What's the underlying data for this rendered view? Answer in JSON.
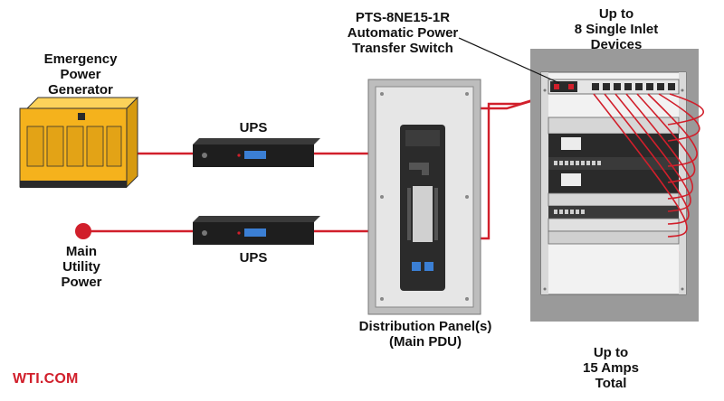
{
  "labels": {
    "generator": "Emergency\nPower\nGenerator",
    "utility": "Main\nUtility\nPower",
    "ups_top": "UPS",
    "ups_bottom": "UPS",
    "switch": "PTS-8NE15-1R\nAutomatic Power\nTransfer Switch",
    "devices": "Up to\n8 Single Inlet\nDevices",
    "panel": "Distribution Panel(s)\n(Main PDU)",
    "amps": "Up to\n15 Amps\nTotal",
    "brand": "WTI.COM"
  },
  "colors": {
    "cable": "#d11f2b",
    "generator": "#f5b21c",
    "ups": "#1e1e1e",
    "ups_display": "#3b7fd4",
    "panel": "#d9d9d9",
    "rack": "#9a9a9a",
    "text": "#111111"
  },
  "icons": [
    "generator-icon",
    "ups-icon",
    "distribution-panel-icon",
    "server-rack-icon",
    "transfer-switch-icon",
    "utility-power-dot-icon"
  ]
}
